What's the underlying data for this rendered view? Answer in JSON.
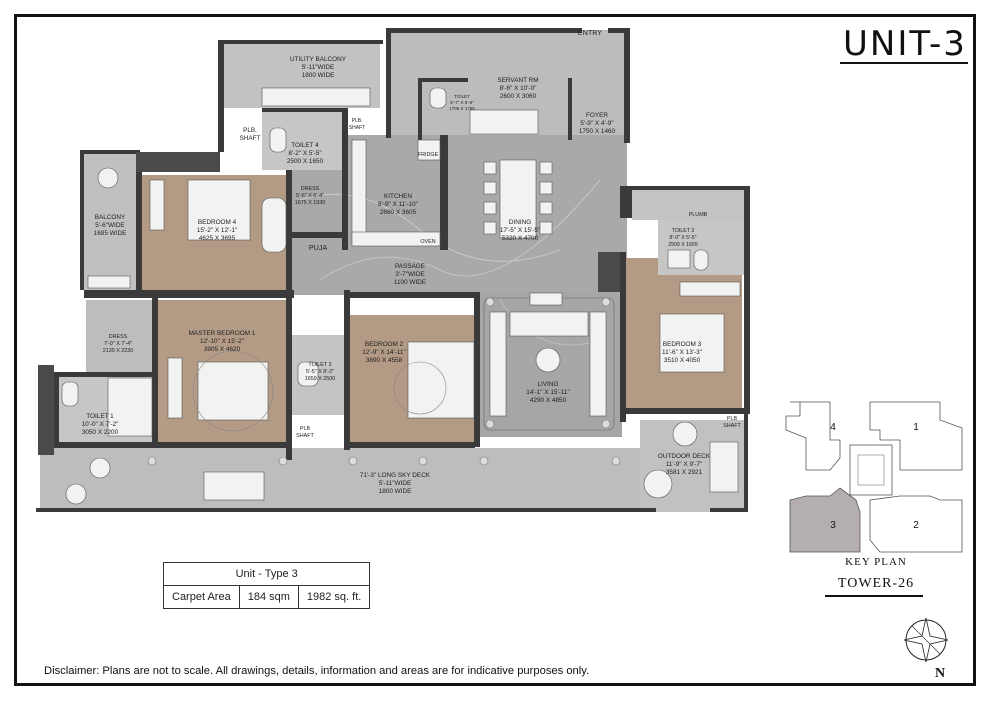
{
  "unit_title": "UNIT-3",
  "entry_label": "ENTRY",
  "rooms": {
    "utility_balcony": {
      "name": "UTILITY BALCONY",
      "dim1": "5'-11\"WIDE",
      "dim2": "1800 WIDE"
    },
    "servant_rm": {
      "name": "SERVANT RM",
      "dim1": "8'-6\" X 10'-0\"",
      "dim2": "2600 X 3060"
    },
    "servant_toilet": {
      "name": "TOILET",
      "dim1": "5'-7\" X 5'-9\"",
      "dim2": "1706 X 1766"
    },
    "foyer": {
      "name": "FOYER",
      "dim1": "5'-9\" X 4'-9\"",
      "dim2": "1750 X 1460"
    },
    "toilet4": {
      "name": "TOILET 4",
      "dim1": "8'-2\" X 5'-5\"",
      "dim2": "2500 X 1650"
    },
    "plb_shaft_1": {
      "name": "PLB.",
      "dim1": "SHAFT"
    },
    "plb_shaft_2": {
      "name": "PLB.",
      "dim1": "SHAFT"
    },
    "plb_shaft_3": {
      "name": "PLB",
      "dim1": "SHAFT"
    },
    "plb_shaft_4": {
      "name": "PLB",
      "dim1": "SHAFT"
    },
    "fridge": {
      "name": "FRIDGE"
    },
    "kitchen": {
      "name": "KITCHEN",
      "dim1": "8'-9\" X 11'-10\"",
      "dim2": "2660 X 3605"
    },
    "dining": {
      "name": "DINING",
      "dim1": "17'-5\" X 15'-5\"",
      "dim2": "5320 X 4700"
    },
    "plumb": {
      "name": "PLUMB"
    },
    "toilet3": {
      "name": "TOILET 3",
      "dim1": "8'-0\" X 5'-5\"",
      "dim2": "2509 X 1655"
    },
    "balcony": {
      "name": "BALCONY",
      "dim1": "5'-6\"WIDE",
      "dim2": "1685 WIDE"
    },
    "bedroom4": {
      "name": "BEDROOM 4",
      "dim1": "15'-2\" X 12'-1\"",
      "dim2": "4625 X 3695"
    },
    "dress_top": {
      "name": "DRESS",
      "dim1": "5'-6\" X 6'-4\"",
      "dim2": "1675 X 1930"
    },
    "puja": {
      "name": "PUJA"
    },
    "oven": {
      "name": "OVEN"
    },
    "passage": {
      "name": "PASSAGE",
      "dim1": "3'-7\"WIDE",
      "dim2": "1100 WIDE"
    },
    "dress_master": {
      "name": "DRESS",
      "dim1": "7'-0\" X 7'-4\"",
      "dim2": "2130 X 2230"
    },
    "master_bedroom": {
      "name": "MASTER BEDROOM 1",
      "dim1": "12'-10\" X 15'-2\"",
      "dim2": "3905 X 4620"
    },
    "toilet2": {
      "name": "TOILET 2",
      "dim1": "5'-5\" X 8'-2\"",
      "dim2": "1659 X 2500"
    },
    "bedroom2": {
      "name": "BEDROOM 2",
      "dim1": "12'-9\" X 14'-11\"",
      "dim2": "3890 X 4558"
    },
    "living": {
      "name": "LIVING",
      "dim1": "14'-1\" X 15'-11\"",
      "dim2": "4290 X 4850"
    },
    "bedroom3": {
      "name": "BEDROOM 3",
      "dim1": "11'-6\" X 13'-3\"",
      "dim2": "3510 X 4050"
    },
    "toilet1": {
      "name": "TOILET 1",
      "dim1": "10'-0\" X 7'-2\"",
      "dim2": "3050 X 2200"
    },
    "sky_deck": {
      "name": "71'-3\" LONG SKY DECK",
      "dim1": "5'-11\"WIDE",
      "dim2": "1800 WIDE"
    },
    "outdoor_deck": {
      "name": "OUTDOOR DECK",
      "dim1": "11'-9\" X 9'-7\"",
      "dim2": "3581 X 2921"
    }
  },
  "area_table": {
    "header": "Unit - Type 3",
    "label": "Carpet Area",
    "sqm": "184 sqm",
    "sqft": "1982 sq. ft."
  },
  "key_plan": {
    "title": "KEY PLAN",
    "tower": "TOWER-26",
    "units": [
      "4",
      "1",
      "3",
      "2"
    ],
    "highlighted": "3"
  },
  "compass_label": "N",
  "disclaimer": "Disclaimer: Plans are not to scale. All drawings, details, information and areas are for indicative purposes only.",
  "colors": {
    "floor_stone": "#b9b9b7",
    "floor_marble": "#a9a9a7",
    "floor_wood": "#b29a84",
    "wall": "#3a3a3a",
    "furniture": "#f2f2f0",
    "key_highlight": "#b5aeb1"
  }
}
